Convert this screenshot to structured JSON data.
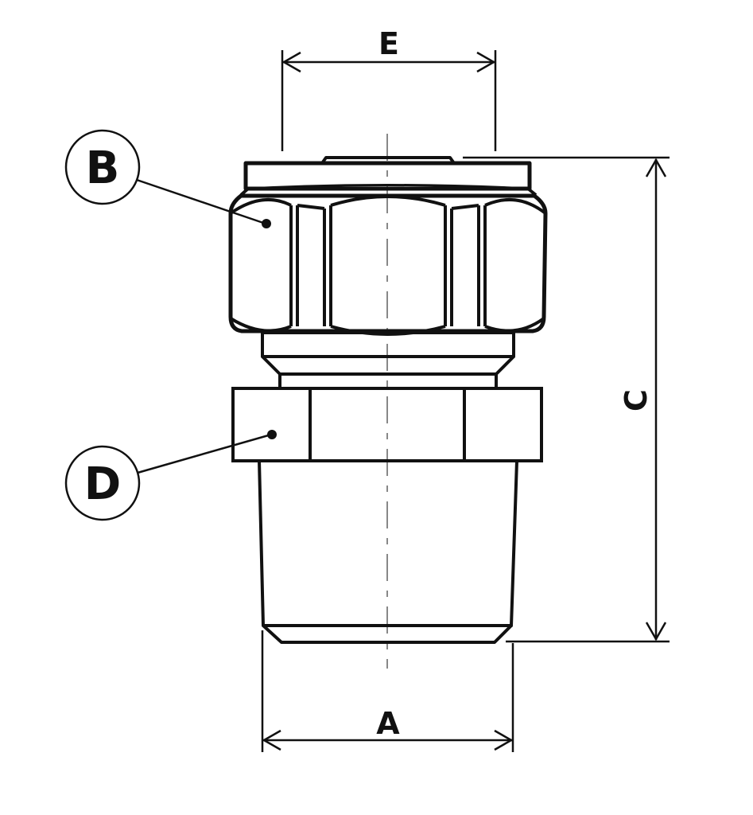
{
  "colors": {
    "line": "#111111",
    "centerline": "#888888",
    "background": "#ffffff"
  },
  "dimensions": {
    "width_top": "E",
    "width_bottom": "A",
    "height": "C"
  },
  "callouts": {
    "upper_nut": "B",
    "lower_hex": "D"
  }
}
